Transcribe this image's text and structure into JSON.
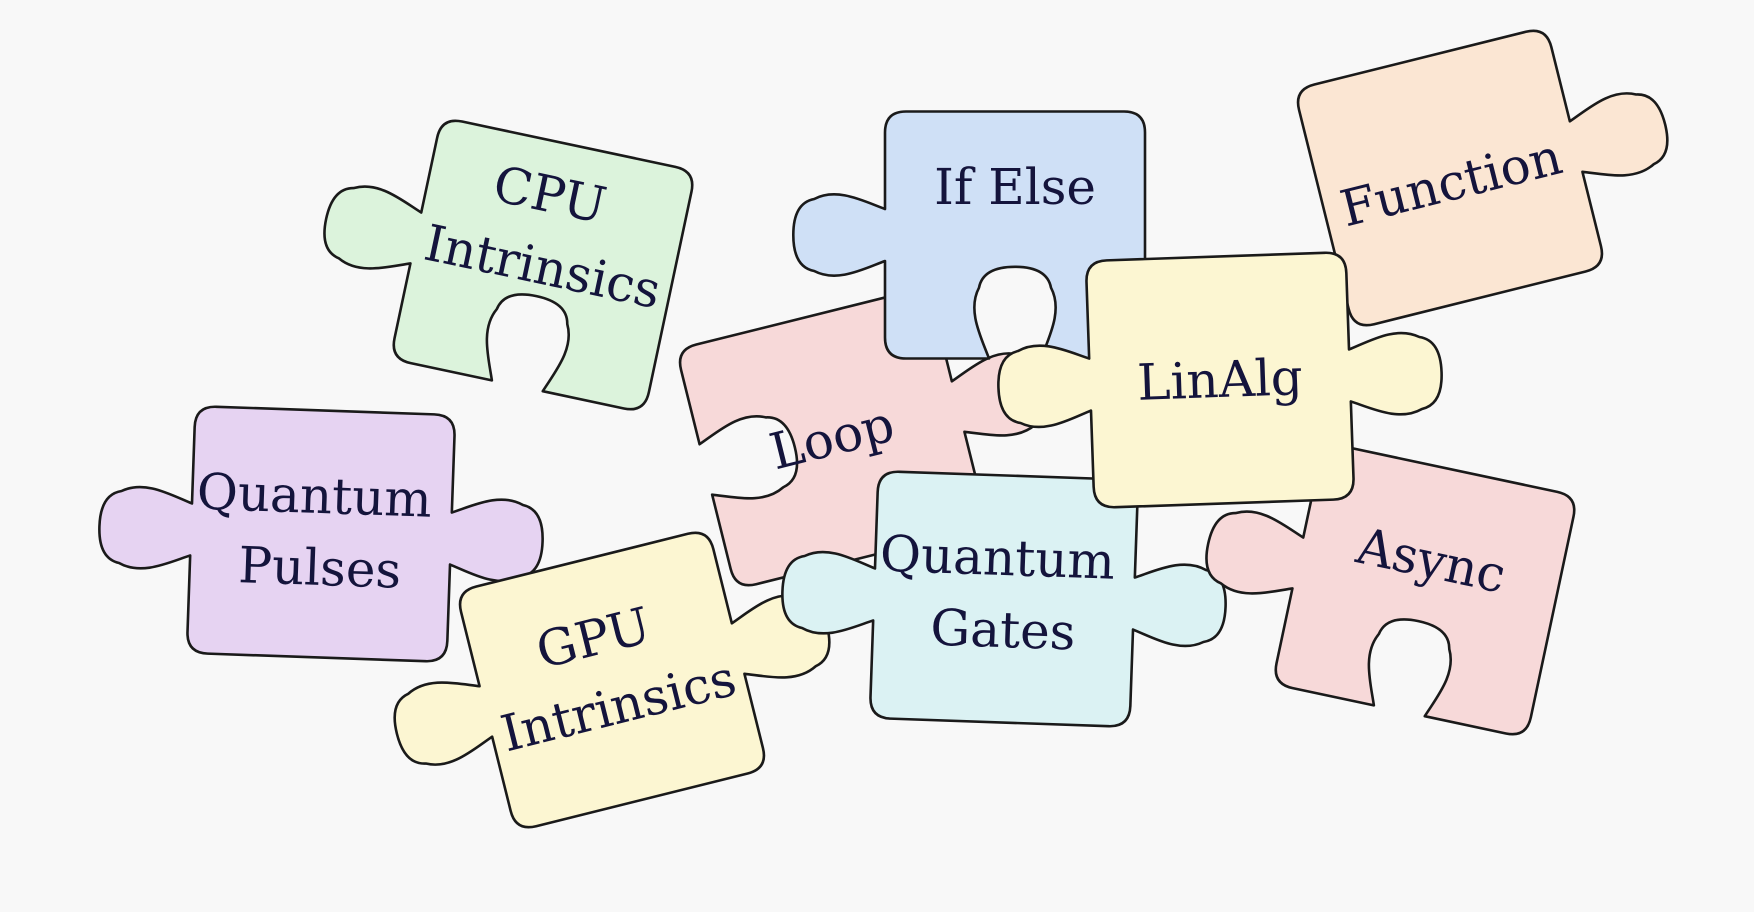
{
  "pieces": [
    {
      "id": "loop",
      "label": [
        "Loop"
      ],
      "color": "#f7d9d9"
    },
    {
      "id": "cpu-intrinsics",
      "label": [
        "CPU",
        "Intrinsics"
      ],
      "color": "#dcf3dc"
    },
    {
      "id": "if-else",
      "label": [
        "If Else"
      ],
      "color": "#cfe0f6"
    },
    {
      "id": "function",
      "label": [
        "Function"
      ],
      "color": "#fbe6d3"
    },
    {
      "id": "quantum-pulses",
      "label": [
        "Quantum",
        "Pulses"
      ],
      "color": "#e6d3f2"
    },
    {
      "id": "gpu-intrinsics",
      "label": [
        "GPU",
        "Intrinsics"
      ],
      "color": "#fcf6d2"
    },
    {
      "id": "quantum-gates",
      "label": [
        "Quantum",
        "Gates"
      ],
      "color": "#dbf2f3"
    },
    {
      "id": "async",
      "label": [
        "Async"
      ],
      "color": "#f7d9d9"
    },
    {
      "id": "linalg",
      "label": [
        "LinAlg"
      ],
      "color": "#fcf6d2"
    }
  ]
}
